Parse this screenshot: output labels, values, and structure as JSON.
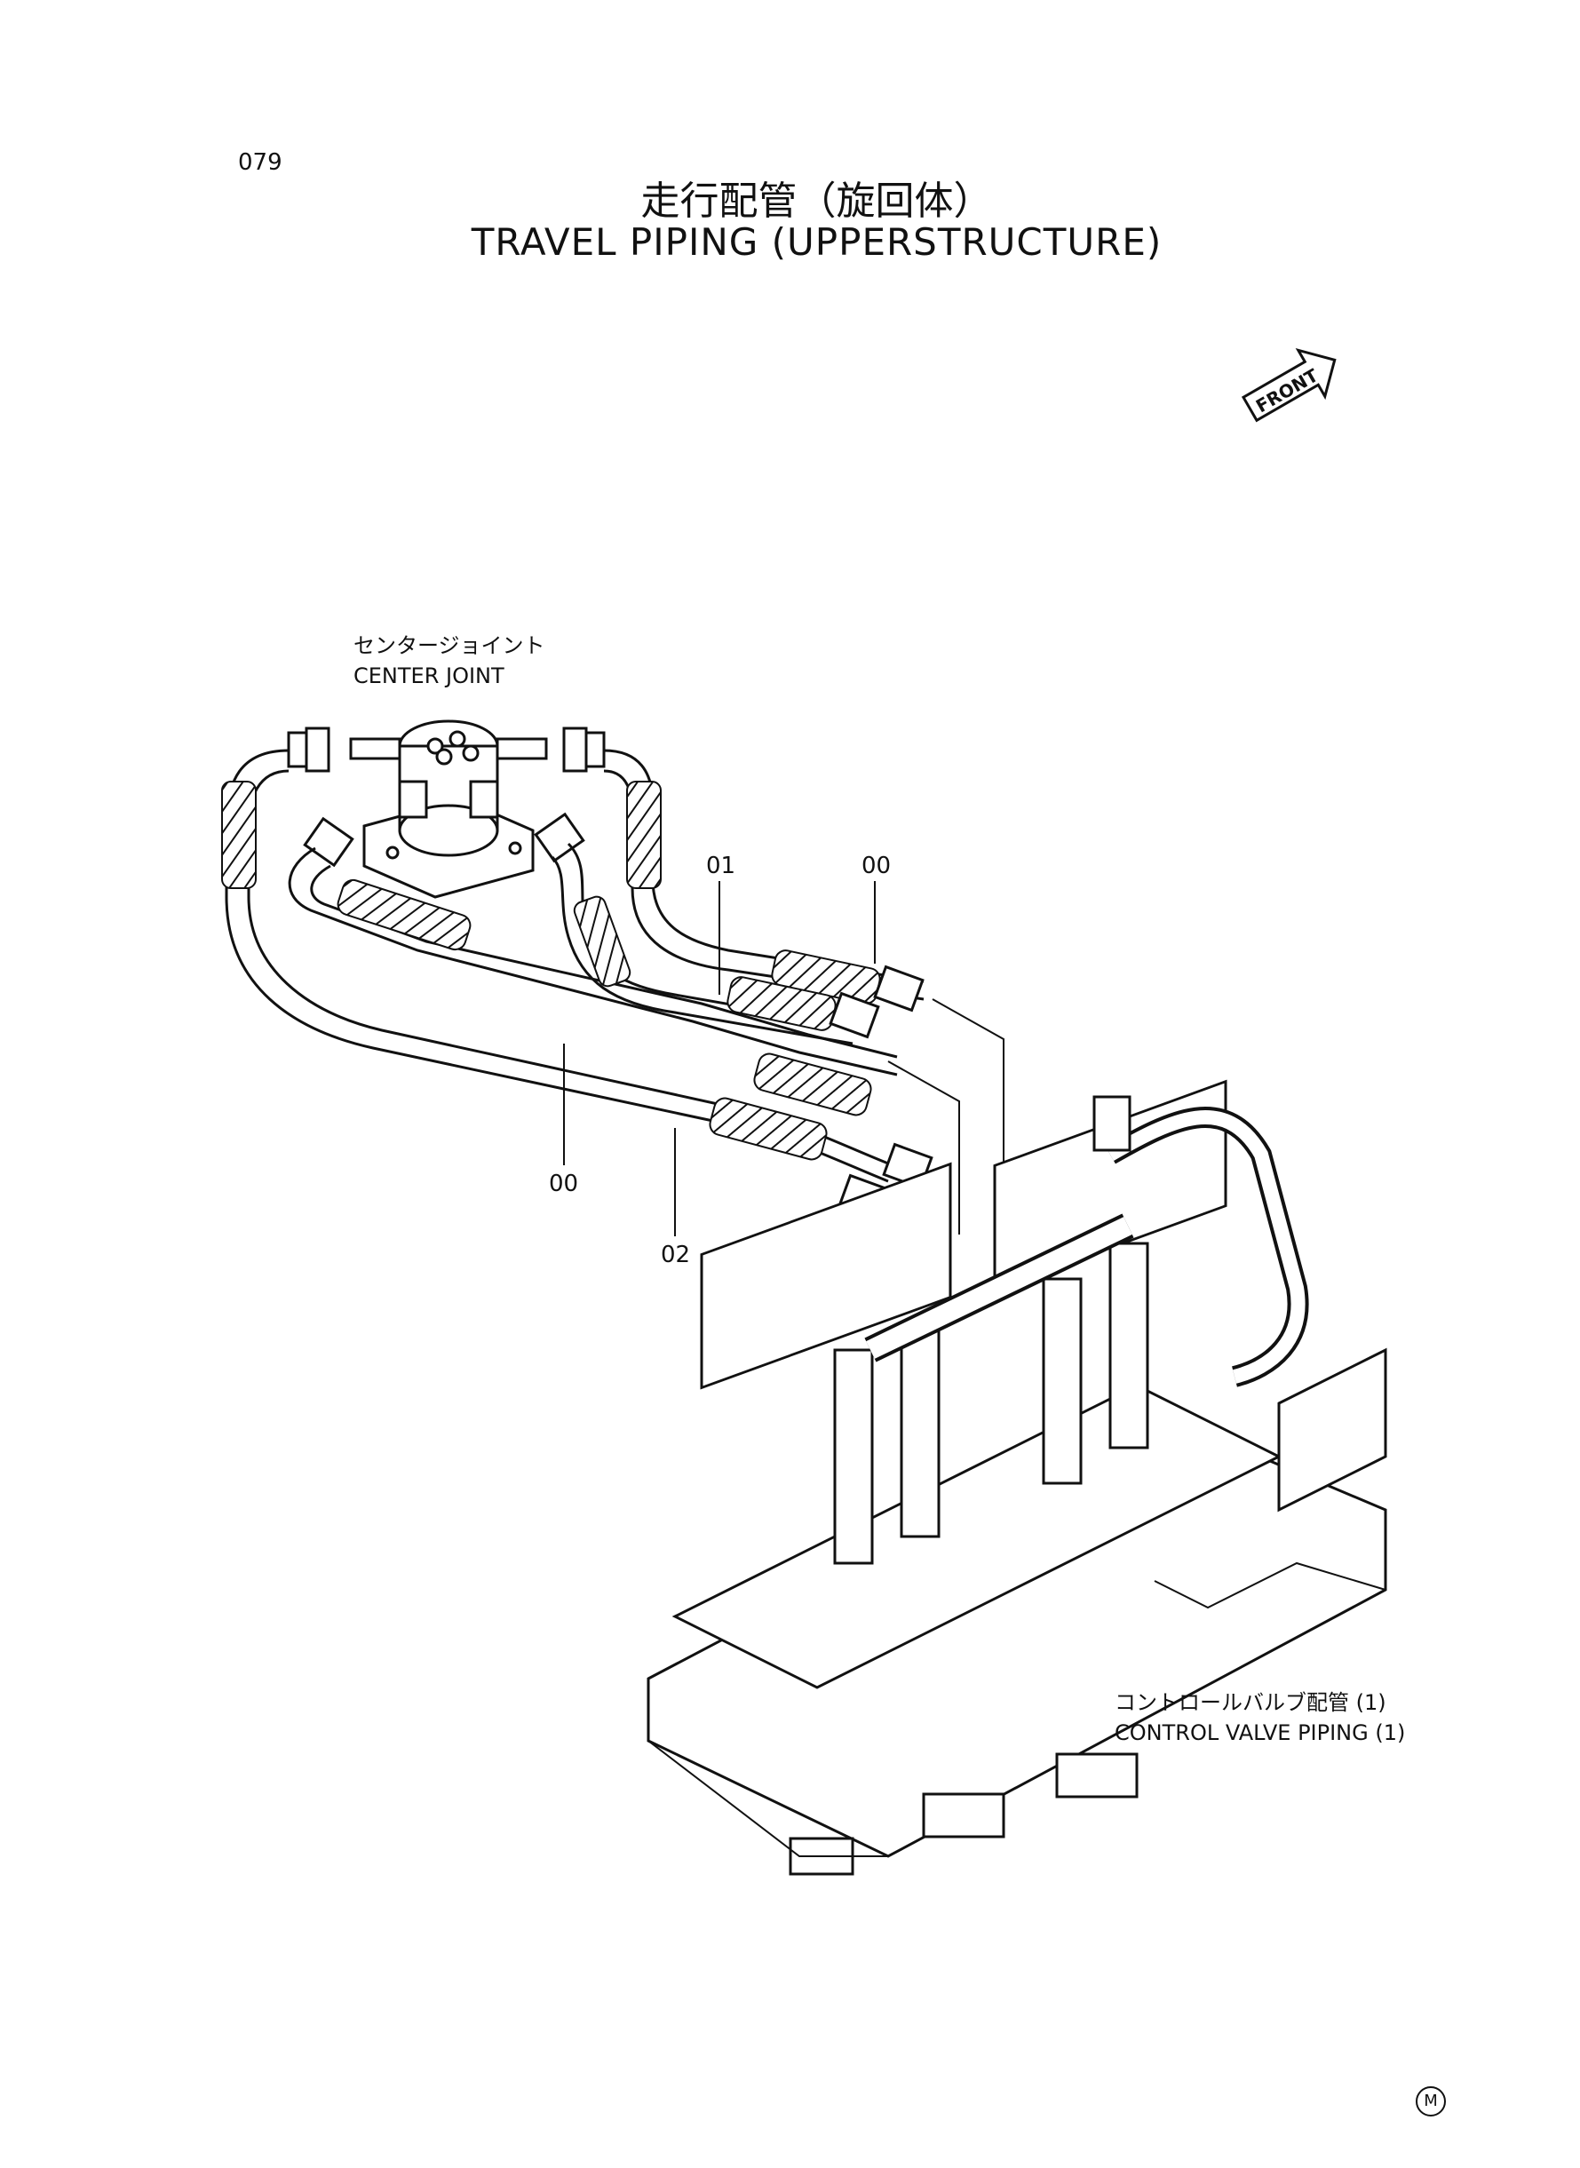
{
  "page_number": "079",
  "title": {
    "japanese": "走行配管（旋回体）",
    "english": "TRAVEL PIPING (UPPERSTRUCTURE)"
  },
  "front_indicator": "FRONT",
  "labels": {
    "center_joint_jp": "センタージョイント",
    "center_joint_en": "CENTER JOINT",
    "control_valve_jp": "コントロールバルブ配管 (1)",
    "control_valve_en": "CONTROL VALVE PIPING (1)"
  },
  "part_numbers": {
    "p01": "01",
    "p00_top": "00",
    "p00_bottom": "00",
    "p02": "02"
  },
  "corner_mark": "M"
}
